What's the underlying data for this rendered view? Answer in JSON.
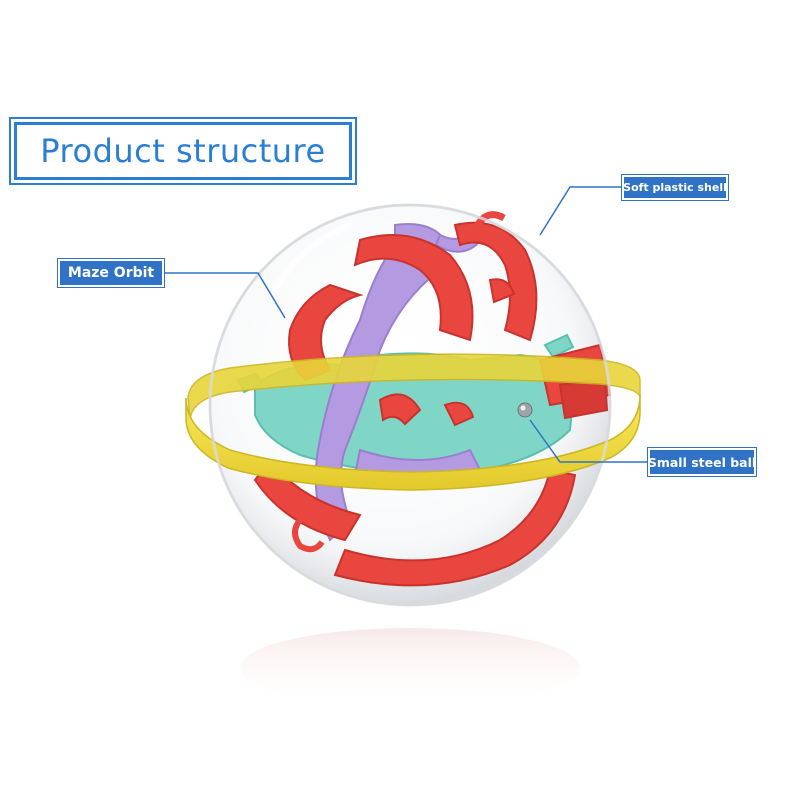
{
  "title": "Product structure",
  "callouts": {
    "shell": "Soft plastic shell",
    "maze": "Maze Orbit",
    "ball": "Small steel ball"
  },
  "colors": {
    "accent_blue": "#2a7fd4",
    "callout_blue": "#2f72c6",
    "ring_yellow": "#f2df3a",
    "track_red": "#e8463f",
    "track_purple": "#b49ae0",
    "track_teal": "#7fd6c6"
  }
}
